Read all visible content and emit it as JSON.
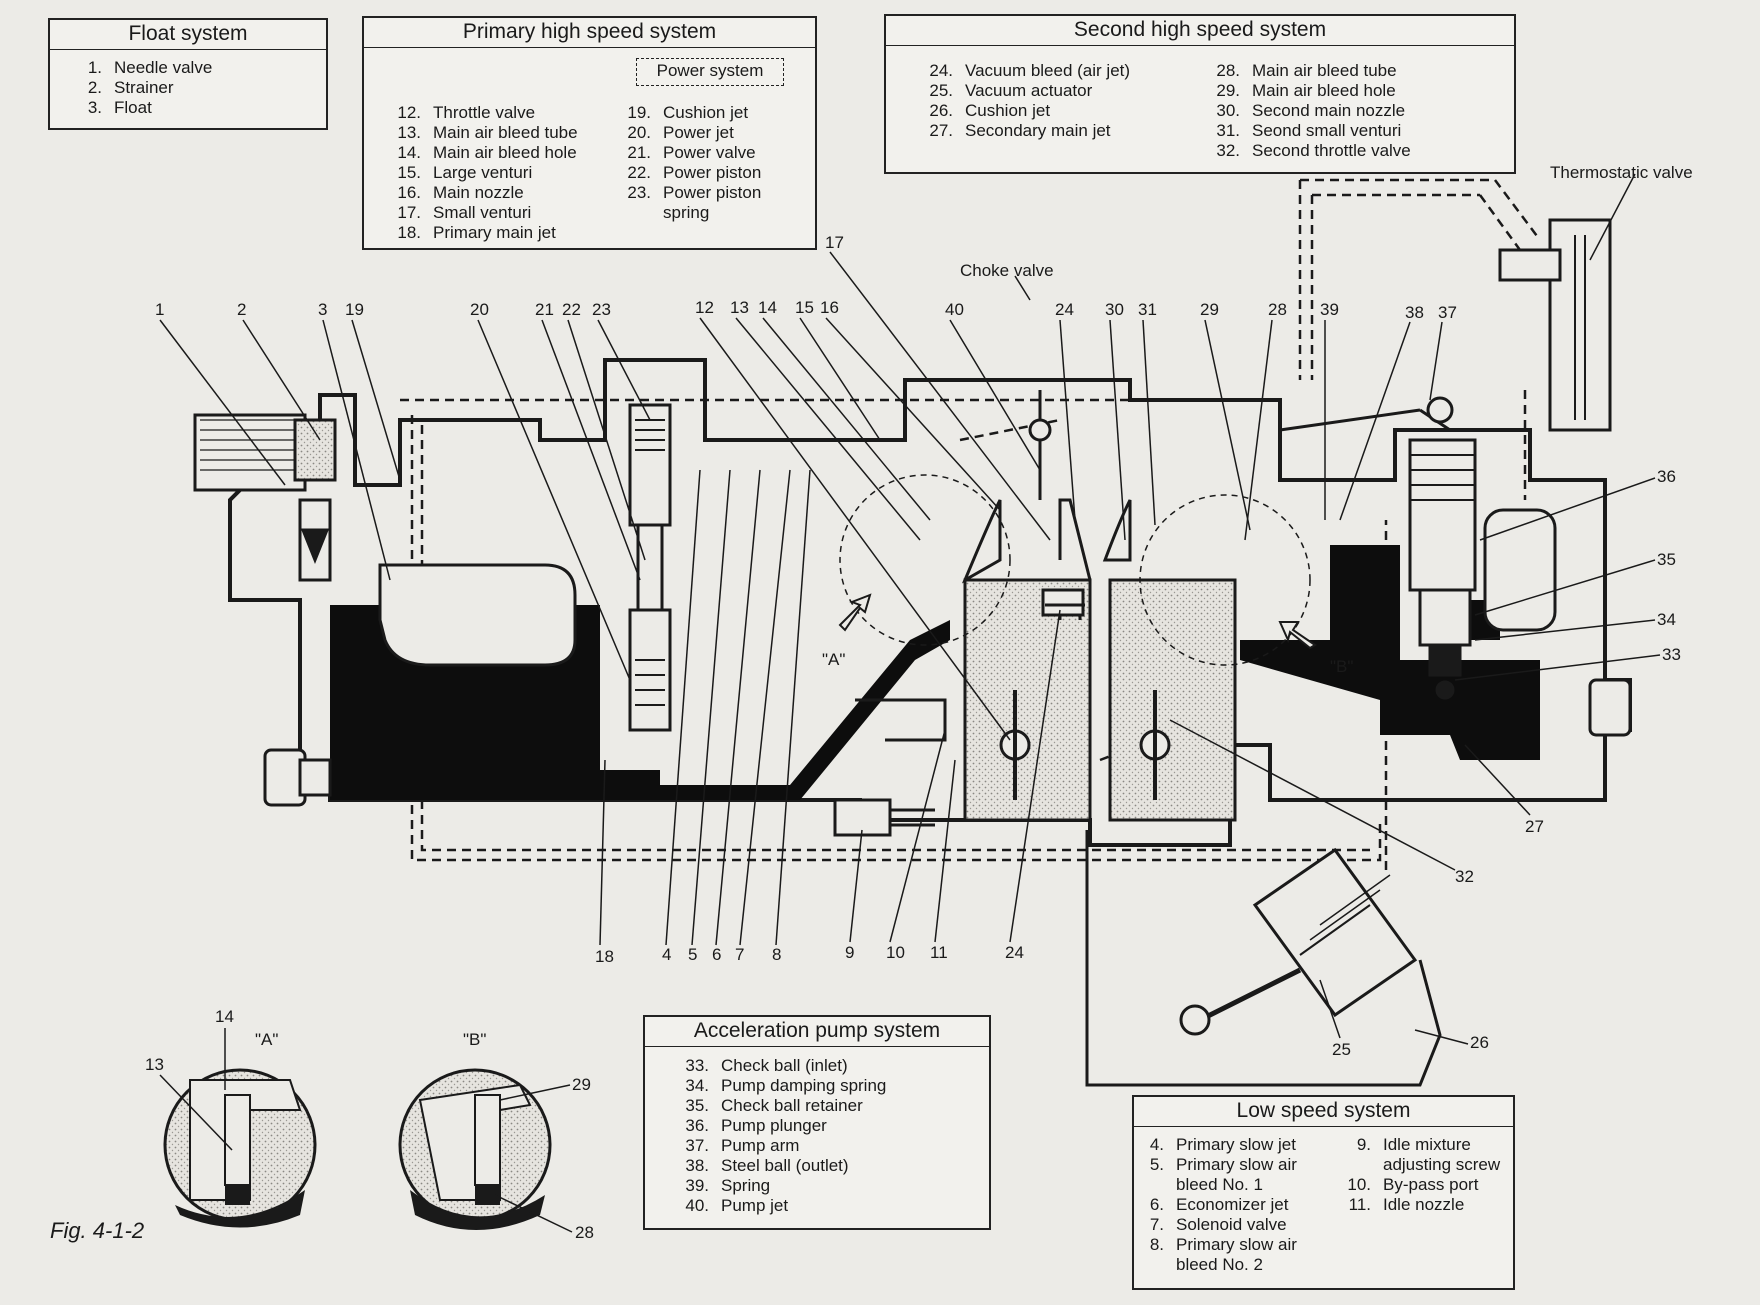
{
  "float_system": {
    "title": "Float system",
    "items": [
      {
        "num": "1.",
        "label": "Needle valve"
      },
      {
        "num": "2.",
        "label": "Strainer"
      },
      {
        "num": "3.",
        "label": "Float"
      }
    ]
  },
  "primary_high_speed_system": {
    "title": "Primary high speed system",
    "power_system_label": "Power system",
    "items_left": [
      {
        "num": "12.",
        "label": "Throttle valve"
      },
      {
        "num": "13.",
        "label": "Main air bleed tube"
      },
      {
        "num": "14.",
        "label": "Main air bleed hole"
      },
      {
        "num": "15.",
        "label": "Large venturi"
      },
      {
        "num": "16.",
        "label": "Main nozzle"
      },
      {
        "num": "17.",
        "label": "Small venturi"
      },
      {
        "num": "18.",
        "label": "Primary main jet"
      }
    ],
    "items_right": [
      {
        "num": "19.",
        "label": "Cushion jet"
      },
      {
        "num": "20.",
        "label": "Power jet"
      },
      {
        "num": "21.",
        "label": "Power valve"
      },
      {
        "num": "22.",
        "label": "Power piston"
      },
      {
        "num": "23.",
        "label": "Power piston"
      },
      {
        "num": "",
        "label": "spring"
      }
    ]
  },
  "second_high_speed_system": {
    "title": "Second high speed system",
    "items_left": [
      {
        "num": "24.",
        "label": "Vacuum bleed (air jet)"
      },
      {
        "num": "25.",
        "label": "Vacuum actuator"
      },
      {
        "num": "26.",
        "label": "Cushion jet"
      },
      {
        "num": "27.",
        "label": "Secondary main jet"
      }
    ],
    "items_right": [
      {
        "num": "28.",
        "label": "Main air bleed tube"
      },
      {
        "num": "29.",
        "label": "Main air bleed hole"
      },
      {
        "num": "30.",
        "label": "Second main nozzle"
      },
      {
        "num": "31.",
        "label": "Seond small venturi"
      },
      {
        "num": "32.",
        "label": "Second throttle valve"
      }
    ]
  },
  "acceleration_pump_system": {
    "title": "Acceleration pump system",
    "items": [
      {
        "num": "33.",
        "label": "Check ball (inlet)"
      },
      {
        "num": "34.",
        "label": "Pump damping spring"
      },
      {
        "num": "35.",
        "label": "Check ball retainer"
      },
      {
        "num": "36.",
        "label": "Pump plunger"
      },
      {
        "num": "37.",
        "label": "Pump arm"
      },
      {
        "num": "38.",
        "label": "Steel ball (outlet)"
      },
      {
        "num": "39.",
        "label": "Spring"
      },
      {
        "num": "40.",
        "label": "Pump jet"
      }
    ]
  },
  "low_speed_system": {
    "title": "Low speed system",
    "items_left": [
      {
        "num": "4.",
        "label": "Primary slow jet"
      },
      {
        "num": "5.",
        "label": "Primary slow air"
      },
      {
        "num": "",
        "label": "bleed No. 1"
      },
      {
        "num": "6.",
        "label": "Economizer jet"
      },
      {
        "num": "7.",
        "label": "Solenoid valve"
      },
      {
        "num": "8.",
        "label": "Primary slow air"
      },
      {
        "num": "",
        "label": "bleed No. 2"
      }
    ],
    "items_right": [
      {
        "num": "9.",
        "label": "Idle mixture"
      },
      {
        "num": "",
        "label": "adjusting screw"
      },
      {
        "num": "10.",
        "label": "By-pass port"
      },
      {
        "num": "11.",
        "label": "Idle nozzle"
      }
    ]
  },
  "diagram_labels": {
    "thermostatic_valve": "Thermostatic valve",
    "choke_valve": "Choke valve",
    "detail_a": "\"A\"",
    "detail_b": "\"B\"",
    "detail_a_inset": "\"A\"",
    "detail_b_inset": "\"B\"",
    "top_callouts": [
      "1",
      "2",
      "3",
      "19",
      "20",
      "21",
      "22",
      "23",
      "12",
      "13",
      "14",
      "15",
      "16",
      "40",
      "24",
      "30",
      "31",
      "29",
      "28",
      "39",
      "38",
      "37"
    ],
    "callout_17": "17",
    "bottom_callouts": [
      "18",
      "4",
      "5",
      "6",
      "7",
      "8",
      "9",
      "10",
      "11",
      "24"
    ],
    "right_callouts": [
      "36",
      "35",
      "34",
      "33",
      "27",
      "32"
    ],
    "actuator_callouts": [
      "25",
      "26"
    ],
    "inset_callouts": [
      "14",
      "13",
      "29",
      "28"
    ]
  },
  "figure_caption": "Fig. 4-1-2",
  "colors": {
    "background": "#ecebe7",
    "ink": "#1a1a1a",
    "fuel": "#0d0d0d",
    "stipple": "#cfcdc7"
  }
}
